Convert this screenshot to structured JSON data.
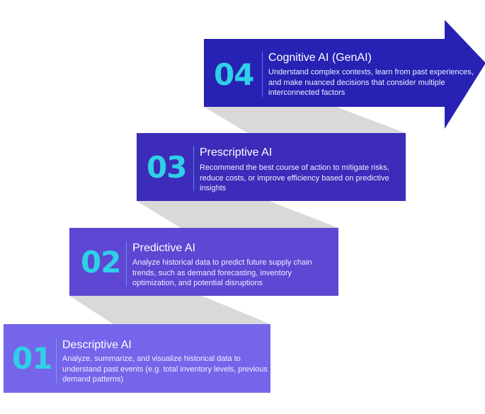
{
  "colors": {
    "step_01": "#7565ea",
    "step_02": "#5d47d3",
    "step_03": "#3c2cb9",
    "step_04": "#2722b4",
    "number_accent": "#2fd0e6",
    "connector_shadow": "#d8d8d8"
  },
  "steps": [
    {
      "number": "01",
      "title": "Descriptive AI",
      "description": "Analyze, summarize, and visualize historical data to understand past events (e.g. total inventory levels, previous demand patterns)"
    },
    {
      "number": "02",
      "title": "Predictive AI",
      "description": "Analyze historical data to predict future supply chain trends, such as demand forecasting, inventory optimization, and potential disruptions"
    },
    {
      "number": "03",
      "title": "Prescriptive AI",
      "description": "Recommend the best course of action to mitigate risks, reduce costs, or improve efficiency based on predictive insights"
    },
    {
      "number": "04",
      "title": "Cognitive AI (GenAI)",
      "description": "Understand complex contexts, learn from past experiences, and make nuanced decisions that consider multiple interconnected factors"
    }
  ]
}
